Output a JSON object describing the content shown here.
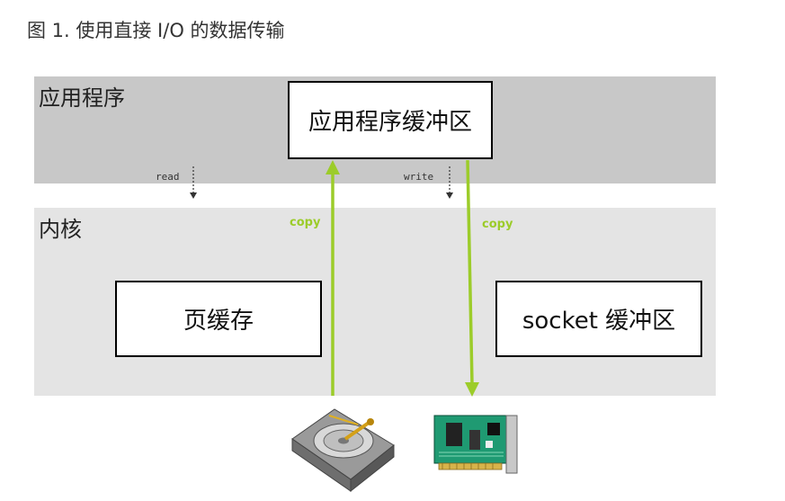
{
  "caption": "图 1. 使用直接 I/O 的数据传输",
  "layers": {
    "application": "应用程序",
    "kernel": "内核"
  },
  "boxes": {
    "app_buffer": "应用程序缓冲区",
    "page_cache": "页缓存",
    "socket_buffer": "socket 缓冲区"
  },
  "syscalls": {
    "read": "read",
    "write": "write"
  },
  "copy_labels": {
    "left": "copy",
    "right": "copy"
  },
  "colors": {
    "app_layer": "#c8c8c8",
    "kernel_layer": "#e4e4e4",
    "copy_arrow": "#9ccc2a"
  },
  "icons": [
    "hard-disk-icon",
    "network-card-icon"
  ]
}
